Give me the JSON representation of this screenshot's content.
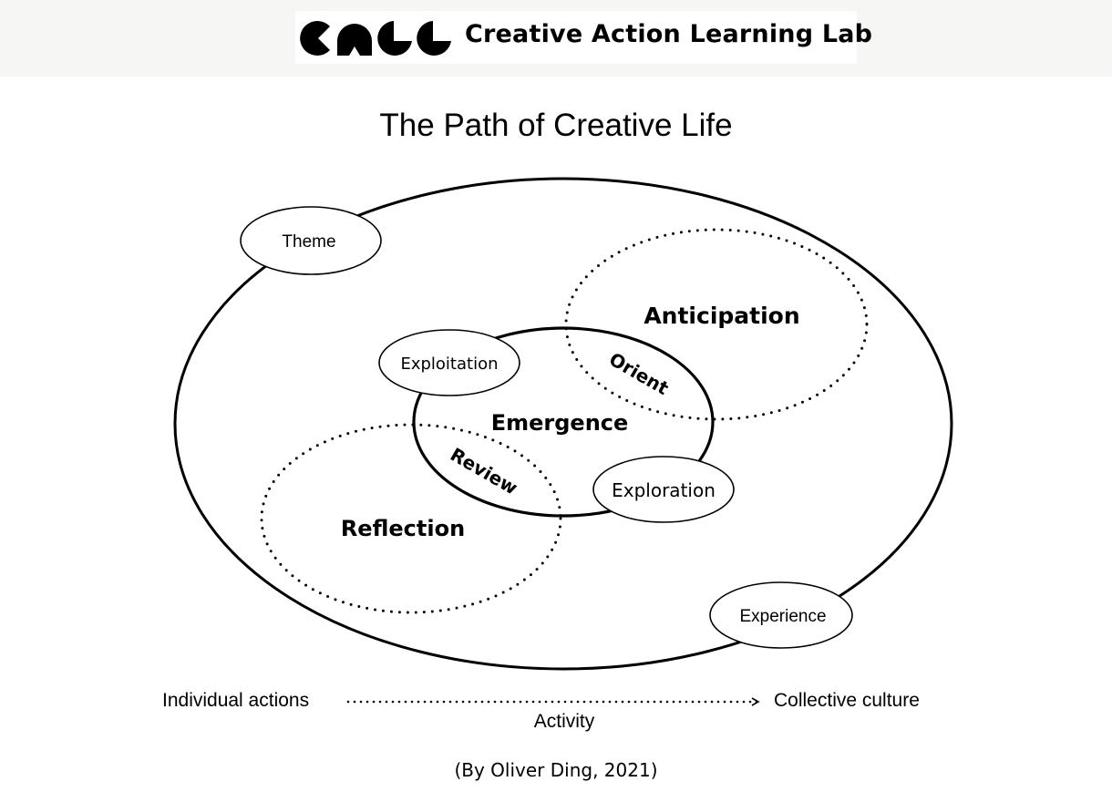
{
  "header": {
    "lab_name": "Creative Action Learning Lab",
    "logo_icon": "calll-logo-icon"
  },
  "title": "The Path of Creative Life",
  "diagram": {
    "outer": {
      "label": ""
    },
    "center": {
      "label": "Emergence"
    },
    "anticipation": {
      "label": "Anticipation",
      "overlap_label": "Orient"
    },
    "reflection": {
      "label": "Reflection",
      "overlap_label": "Review"
    },
    "nodes": {
      "theme": "Theme",
      "exploitation": "Exploitation",
      "exploration": "Exploration",
      "experience": "Experience"
    }
  },
  "axis": {
    "left": "Individual actions",
    "right": "Collective culture",
    "middle": "Activity"
  },
  "credit": "(By Oliver Ding, 2021)",
  "colors": {
    "ink": "#000000",
    "header_bg": "#f6f6f4",
    "bubble_fill": "#ffffff"
  }
}
